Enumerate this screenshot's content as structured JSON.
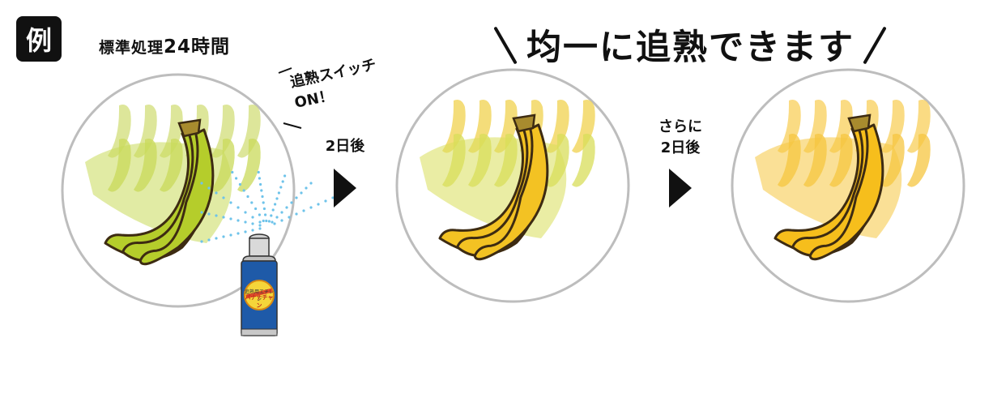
{
  "badge": {
    "label": "例"
  },
  "subtitle": {
    "prefix": "標準処理",
    "highlight": "24時間"
  },
  "headline": {
    "text": "均一に追熟できます"
  },
  "switch_callout": {
    "line1": "追熟スイッチ",
    "line2": "ON！"
  },
  "steps": [
    {
      "label": "2日後"
    },
    {
      "label_line1": "さらに",
      "label_line2": "2日後"
    }
  ],
  "can": {
    "brand": "バナナチャン",
    "small_text": "追熟用エチレン"
  },
  "colors": {
    "green_back": "#cddb6a",
    "green_mid": "#bfd33a",
    "green_front": "#b3cc2c",
    "yellow_mid": "#f2cf4a",
    "yellow_front": "#f5c321",
    "stem_dark": "#a88b2e",
    "outline": "#3d2b12",
    "circle_stroke": "#bdbdbd",
    "spray": "#6ec3ea",
    "can_blue": "#1e5aa8"
  },
  "stages": [
    {
      "name": "green",
      "front": "#b5cd2b",
      "back": "#d2de78",
      "back2": "#c9da5a"
    },
    {
      "name": "mixed",
      "front": "#f3c223",
      "back": "#f0d24e",
      "back2": "#d8de5a"
    },
    {
      "name": "yellow",
      "front": "#f6be1c",
      "back": "#f8cf5a",
      "back2": "#f6c640"
    }
  ]
}
